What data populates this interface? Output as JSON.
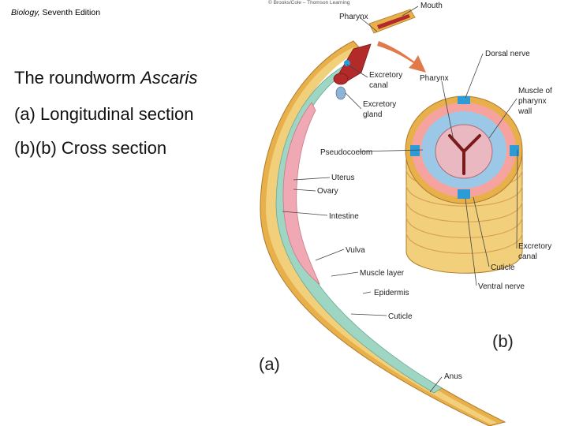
{
  "header": {
    "book_title": "Biology,",
    "edition": "Seventh Edition",
    "credit": "© Brooks/Cole – Thomson Learning"
  },
  "slide": {
    "title_plain": "The roundworm",
    "title_italic": "Ascaris",
    "line_a": "(a) Longitudinal section",
    "line_b": "(b)(b) Cross section"
  },
  "figure_tags": {
    "a": "(a)",
    "b": "(b)"
  },
  "labels": {
    "mouth": "Mouth",
    "pharynx_top": "Pharynx",
    "dorsal_nerve": "Dorsal nerve",
    "excretory_canal_1": "Excretory",
    "excretory_canal_2": "canal",
    "pharynx_mid": "Pharynx",
    "muscle_pharynx_1": "Muscle of",
    "muscle_pharynx_2": "pharynx",
    "muscle_pharynx_3": "wall",
    "excretory_gland_1": "Excretory",
    "excretory_gland_2": "gland",
    "pseudocoelom": "Pseudocoelom",
    "uterus": "Uterus",
    "ovary": "Ovary",
    "intestine": "Intestine",
    "vulva": "Vulva",
    "muscle_layer": "Muscle layer",
    "epidermis": "Epidermis",
    "cuticle_a": "Cuticle",
    "cuticle_b": "Cuticle",
    "excretory_canal_b_1": "Excretory",
    "excretory_canal_b_2": "canal",
    "ventral_nerve": "Ventral nerve",
    "anus": "Anus"
  },
  "colors": {
    "cuticle": "#e8b04a",
    "muscle": "#f2cf7a",
    "intestine": "#9fd6c3",
    "uterus": "#f0a9b4",
    "pharynx": "#b32a2a",
    "nerve": "#2d9bd6",
    "arrow": "#e07a4a"
  }
}
